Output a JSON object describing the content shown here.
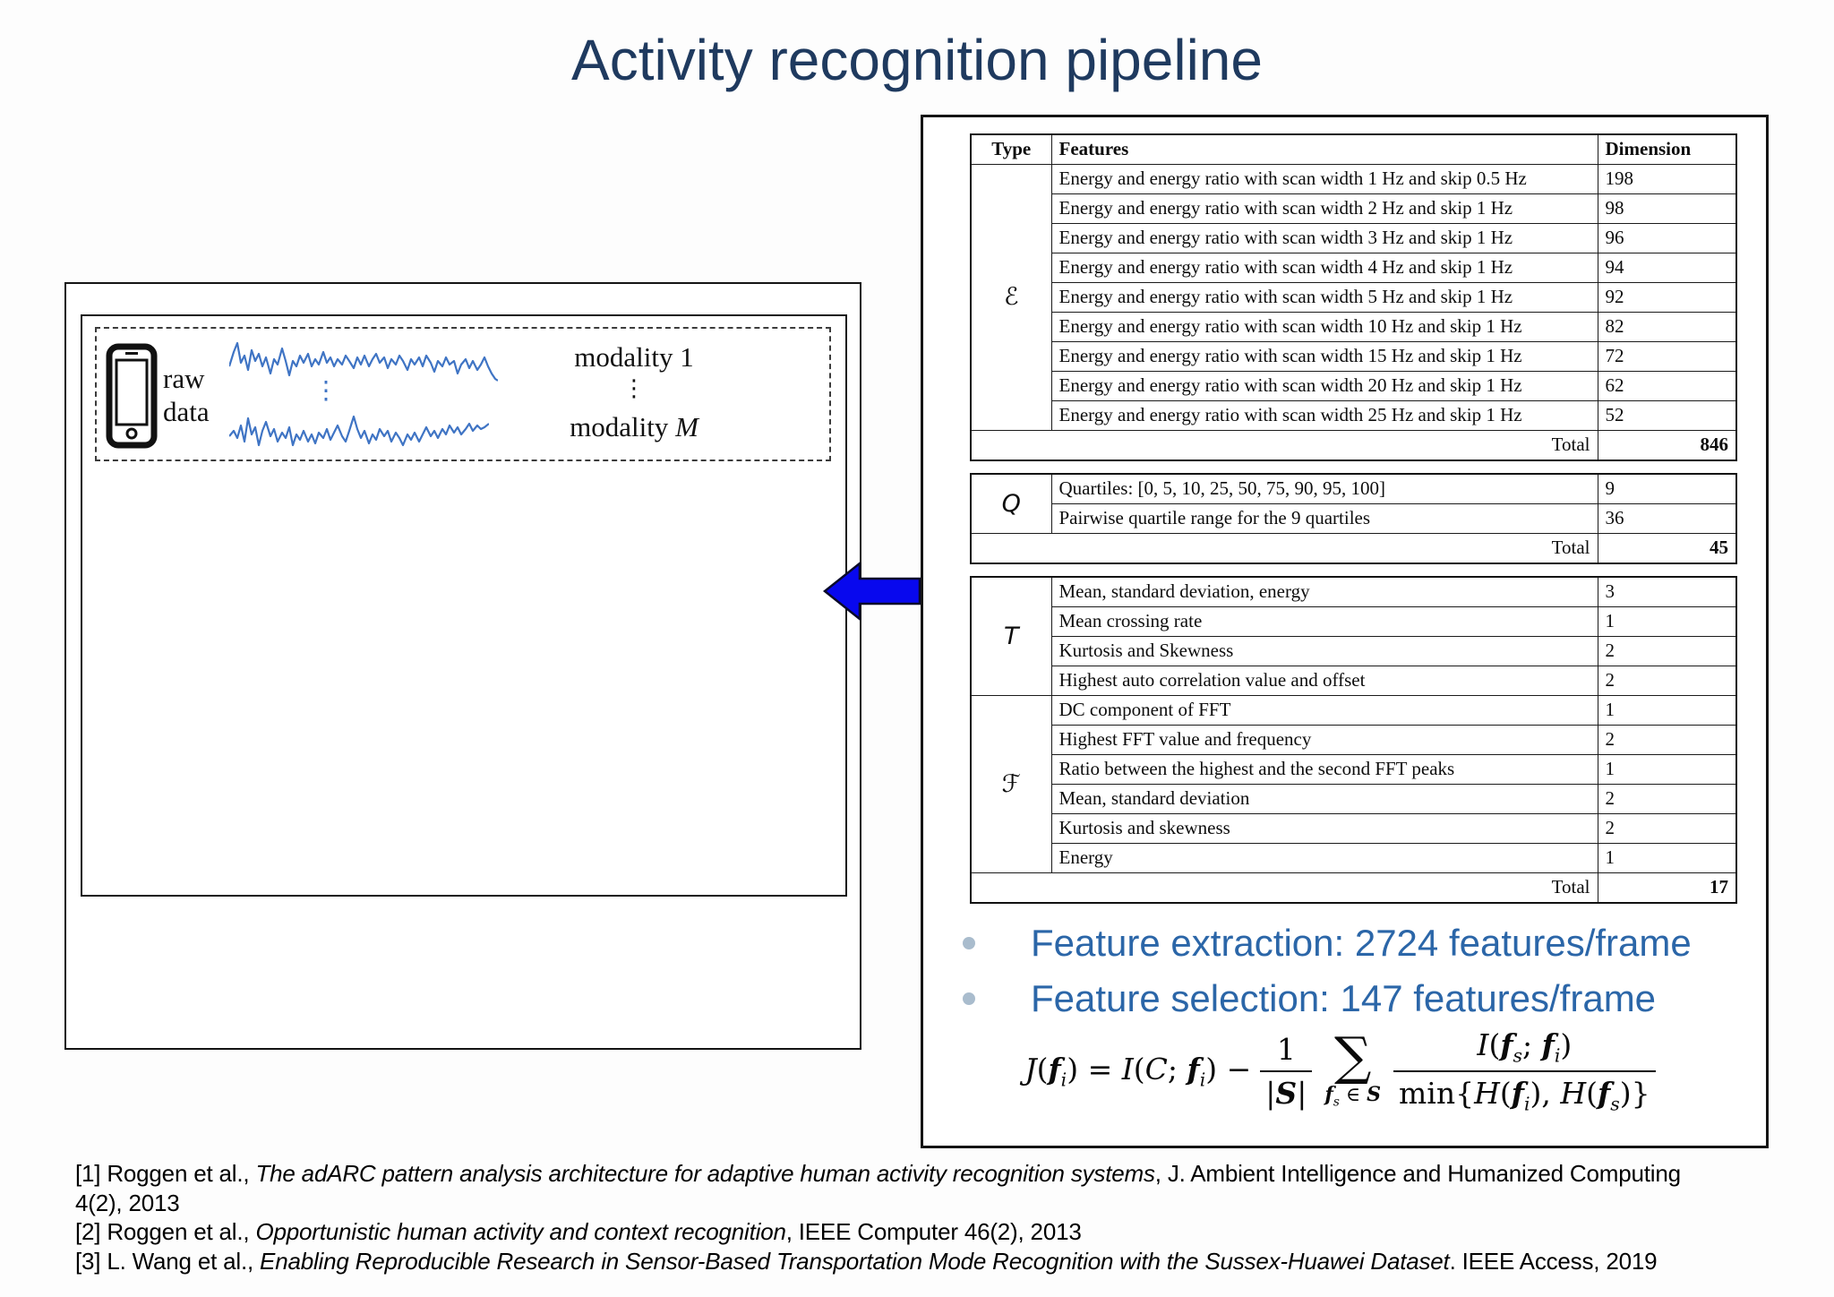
{
  "title": "Activity recognition pipeline",
  "colors": {
    "title_navy": "#1f3a5f",
    "bullet_blue": "#2b66a8",
    "arrow_blue": "#0808ee",
    "waveform_blue": "#3f74c4"
  },
  "diagram": {
    "raw_data_label": "raw data",
    "modality_top": "modality 1",
    "modality_bottom_prefix": "modality",
    "modality_bottom_var": "M",
    "ellipsis": "⋮",
    "phone_icon": "smartphone-icon"
  },
  "feature_table": {
    "headers": {
      "type": "Type",
      "features": "Features",
      "dimension": "Dimension"
    },
    "total_label": "Total",
    "groups": [
      {
        "total": "846",
        "sections": [
          {
            "symbol": "ℰ",
            "rows": [
              {
                "feature": "Energy and energy ratio with scan width 1 Hz and skip 0.5 Hz",
                "dimension": "198"
              },
              {
                "feature": "Energy and energy ratio with scan width 2 Hz and skip 1 Hz",
                "dimension": "98"
              },
              {
                "feature": "Energy and energy ratio with scan width 3 Hz and skip 1 Hz",
                "dimension": "96"
              },
              {
                "feature": "Energy and energy ratio with scan width 4 Hz and skip 1 Hz",
                "dimension": "94"
              },
              {
                "feature": "Energy and energy ratio with scan width 5 Hz and skip 1 Hz",
                "dimension": "92"
              },
              {
                "feature": "Energy and energy ratio with scan width 10 Hz and skip 1 Hz",
                "dimension": "82"
              },
              {
                "feature": "Energy and energy ratio with scan width 15 Hz and skip 1 Hz",
                "dimension": "72"
              },
              {
                "feature": "Energy and energy ratio with scan width 20 Hz and skip 1 Hz",
                "dimension": "62"
              },
              {
                "feature": "Energy and energy ratio with scan width 25 Hz and skip 1 Hz",
                "dimension": "52"
              }
            ]
          }
        ]
      },
      {
        "total": "45",
        "sections": [
          {
            "symbol": "Q",
            "rows": [
              {
                "feature": "Quartiles: [0, 5, 10, 25, 50, 75, 90, 95, 100]",
                "dimension": "9"
              },
              {
                "feature": "Pairwise quartile range for the 9 quartiles",
                "dimension": "36"
              }
            ]
          }
        ]
      },
      {
        "total": "17",
        "sections": [
          {
            "symbol": "T",
            "rows": [
              {
                "feature": "Mean, standard deviation, energy",
                "dimension": "3"
              },
              {
                "feature": "Mean crossing rate",
                "dimension": "1"
              },
              {
                "feature": "Kurtosis and Skewness",
                "dimension": "2"
              },
              {
                "feature": "Highest auto correlation value and offset",
                "dimension": "2"
              }
            ]
          },
          {
            "symbol": "ℱ",
            "rows": [
              {
                "feature": "DC component of FFT",
                "dimension": "1"
              },
              {
                "feature": "Highest FFT value and frequency",
                "dimension": "2"
              },
              {
                "feature": "Ratio between the highest and the second FFT peaks",
                "dimension": "1"
              },
              {
                "feature": "Mean, standard deviation",
                "dimension": "2"
              },
              {
                "feature": "Kurtosis and skewness",
                "dimension": "2"
              },
              {
                "feature": "Energy",
                "dimension": "1"
              }
            ]
          }
        ]
      }
    ]
  },
  "bullets": [
    "Feature extraction: 2724 features/frame",
    "Feature selection: 147 features/frame"
  ],
  "formula": {
    "lhs": [
      {
        "t": "J",
        "i": 1
      },
      {
        "t": "("
      },
      {
        "t": "f",
        "b": 1
      },
      {
        "t": "i",
        "s": 1
      },
      {
        "t": ")"
      },
      {
        "t": " = "
      },
      {
        "t": "I",
        "i": 1
      },
      {
        "t": "("
      },
      {
        "t": "C",
        "i": 1
      },
      {
        "t": "; "
      },
      {
        "t": "f",
        "b": 1
      },
      {
        "t": "i",
        "s": 1
      },
      {
        "t": ")"
      },
      {
        "t": " − "
      }
    ],
    "frac1": {
      "num": [
        {
          "t": "1"
        }
      ],
      "den": [
        {
          "t": "|"
        },
        {
          "t": "S",
          "b": 1
        },
        {
          "t": "|"
        }
      ]
    },
    "sum": {
      "sigma": "∑",
      "under": [
        {
          "t": "f",
          "b": 1
        },
        {
          "t": "s",
          "s": 1
        },
        {
          "t": " ∈ "
        },
        {
          "t": "S",
          "b": 1
        }
      ]
    },
    "frac2": {
      "num": [
        {
          "t": "I",
          "i": 1
        },
        {
          "t": "("
        },
        {
          "t": "f",
          "b": 1
        },
        {
          "t": "s",
          "s": 1
        },
        {
          "t": "; "
        },
        {
          "t": "f",
          "b": 1
        },
        {
          "t": "i",
          "s": 1
        },
        {
          "t": ")"
        }
      ],
      "den": [
        {
          "t": "min{"
        },
        {
          "t": "H",
          "i": 1
        },
        {
          "t": "("
        },
        {
          "t": "f",
          "b": 1
        },
        {
          "t": "i",
          "s": 1
        },
        {
          "t": "), "
        },
        {
          "t": "H",
          "i": 1
        },
        {
          "t": "("
        },
        {
          "t": "f",
          "b": 1
        },
        {
          "t": "s",
          "s": 1
        },
        {
          "t": ")}"
        }
      ]
    }
  },
  "references": [
    {
      "prefix": "[1] Roggen et al., ",
      "title": "The adARC pattern analysis architecture for adaptive human activity recognition systems",
      "suffix": ", J. Ambient Intelligence and Humanized Computing",
      "suffix2": "4(2), 2013"
    },
    {
      "prefix": "[2] Roggen et al., ",
      "title": "Opportunistic human activity and context recognition",
      "suffix": ", IEEE Computer 46(2), 2013"
    },
    {
      "prefix": "[3] L. Wang et al., ",
      "title": "Enabling Reproducible Research in Sensor-Based Transportation Mode Recognition with the Sussex-Huawei Dataset",
      "suffix": ". IEEE Access, 2019"
    }
  ]
}
